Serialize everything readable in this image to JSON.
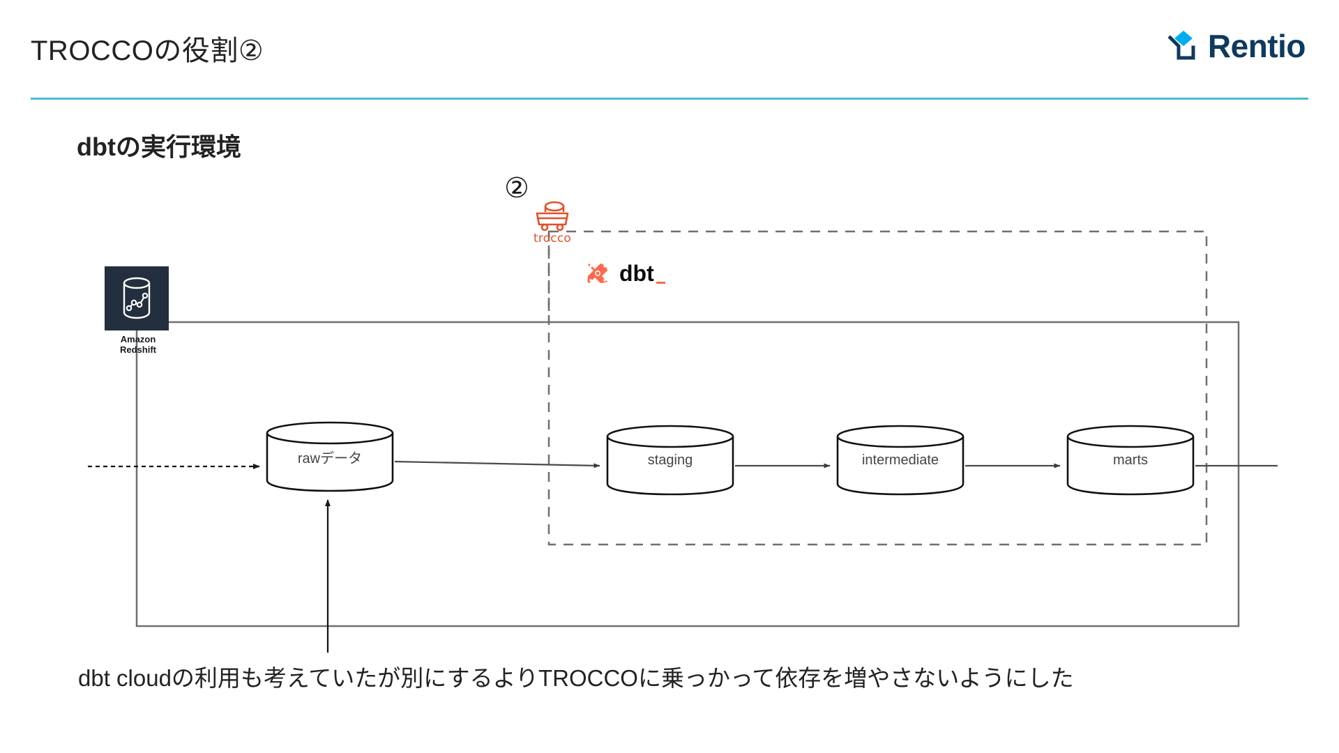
{
  "slide": {
    "title": "TROCCOの役割②",
    "sub_heading": "dbtの実行環境",
    "caption": "dbt cloudの利用も考えていたが別にするよりTROCCOに乗っかって依存を増やさないようにした",
    "accent_color": "#44BECD"
  },
  "brand": {
    "name": "Rentio",
    "mark_color": "#00AEEF",
    "word_color": "#0F3A5F",
    "mark_icon": "rentio-box-diamond-icon"
  },
  "annotations": {
    "step_marker": "②"
  },
  "tools": [
    {
      "id": "trocco",
      "label": "trocco",
      "icon": "trocco-mine-cart-icon",
      "color": "#E2502A"
    },
    {
      "id": "dbt",
      "label": "dbt",
      "icon": "dbt-x-icon",
      "color": "#FF694A",
      "word_color": "#0d0d0d"
    }
  ],
  "nodes": [
    {
      "id": "redshift",
      "type": "service",
      "label_line1": "Amazon",
      "label_line2": "Redshift",
      "icon": "redshift-database-chart-icon",
      "tile_color": "#232F3E"
    },
    {
      "id": "raw",
      "type": "database",
      "label": "rawデータ"
    },
    {
      "id": "staging",
      "type": "database",
      "label": "staging"
    },
    {
      "id": "intermediate",
      "type": "database",
      "label": "intermediate"
    },
    {
      "id": "marts",
      "type": "database",
      "label": "marts"
    }
  ],
  "boundaries": [
    {
      "id": "redshift-boundary",
      "style": "solid",
      "label": ""
    },
    {
      "id": "dbt-boundary",
      "style": "dashed",
      "label": ""
    }
  ]
}
